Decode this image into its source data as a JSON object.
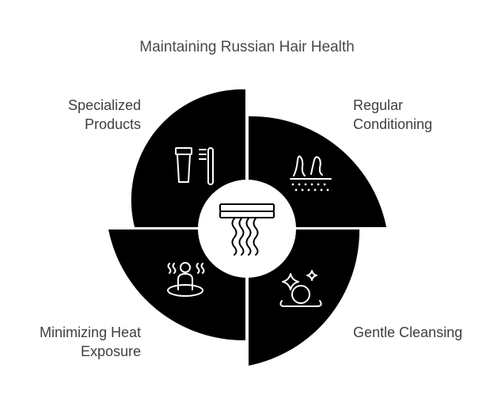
{
  "title": "Maintaining Russian Hair Health",
  "segments": [
    {
      "id": "specialized-products",
      "line1": "Specialized",
      "line2": "Products",
      "icon": "hair-products-icon"
    },
    {
      "id": "regular-conditioning",
      "line1": "Regular",
      "line2": "Conditioning",
      "icon": "hair-follicle-icon"
    },
    {
      "id": "minimizing-heat-exposure",
      "line1": "Minimizing Heat",
      "line2": "Exposure",
      "icon": "heat-person-icon"
    },
    {
      "id": "gentle-cleansing",
      "line1": "Gentle Cleansing",
      "line2": "",
      "icon": "gentle-sparkle-icon"
    }
  ],
  "center_icon": "hair-dryer-waves-icon",
  "colors": {
    "segment": "#000000",
    "center": "#ffffff",
    "text": "#3f3f3f"
  }
}
